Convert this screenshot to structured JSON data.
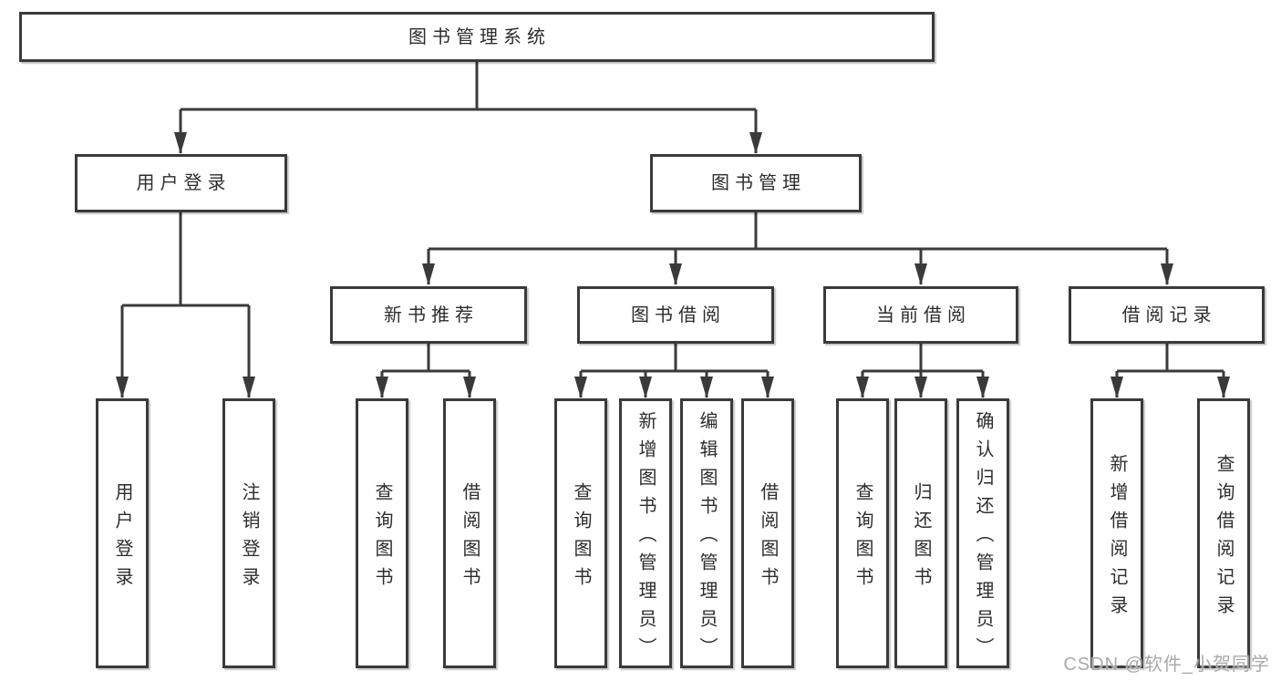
{
  "tree": {
    "label": "图书管理系统",
    "children": [
      {
        "label": "用户登录",
        "children": [
          {
            "label": "用户登录"
          },
          {
            "label": "注销登录"
          }
        ]
      },
      {
        "label": "图书管理",
        "children": [
          {
            "label": "新书推荐",
            "children": [
              {
                "label": "查询图书"
              },
              {
                "label": "借阅图书"
              }
            ]
          },
          {
            "label": "图书借阅",
            "children": [
              {
                "label": "查询图书"
              },
              {
                "label": "新增图书（管理员）"
              },
              {
                "label": "编辑图书（管理员）"
              },
              {
                "label": "借阅图书"
              }
            ]
          },
          {
            "label": "当前借阅",
            "children": [
              {
                "label": "查询图书"
              },
              {
                "label": "归还图书"
              },
              {
                "label": "确认归还（管理员）"
              }
            ]
          },
          {
            "label": "借阅记录",
            "children": [
              {
                "label": "新增借阅记录"
              },
              {
                "label": "查询借阅记录"
              }
            ]
          }
        ]
      }
    ]
  },
  "watermark": "CSDN @软件_小贺同学",
  "colors": {
    "line": "#3a3a3a",
    "border": "#3a3a3a",
    "text": "#2d2d2d",
    "background": "#ffffff",
    "watermark": "#a9a9a9"
  }
}
